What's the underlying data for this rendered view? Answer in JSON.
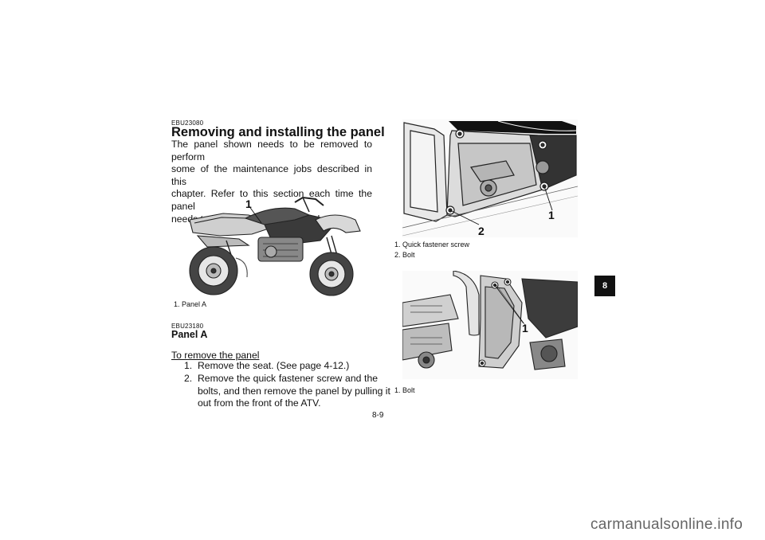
{
  "section": {
    "code1": "EBU23080",
    "title": "Removing and installing the panel",
    "intro_lines": [
      "The panel shown needs to be removed to perform",
      "some of the maintenance jobs described in this",
      "chapter. Refer to this section each time the panel",
      "needs to be removed and installed."
    ]
  },
  "figure_atv": {
    "callout": "1",
    "caption": "1.  Panel A"
  },
  "panel_a": {
    "code": "EBU23180",
    "title": "Panel A",
    "subheading": "To remove the panel",
    "steps": [
      {
        "num": "1.",
        "lines": [
          "Remove the seat. (See page 4-12.)"
        ]
      },
      {
        "num": "2.",
        "lines": [
          "Remove the quick fastener screw and the",
          "bolts, and then remove the panel by pulling it",
          "out from the front of the ATV."
        ]
      }
    ]
  },
  "figure_top": {
    "callout_1": "1",
    "callout_2": "2",
    "captions": [
      "1.  Quick fastener screw",
      "2.  Bolt"
    ]
  },
  "figure_bottom": {
    "callout_1": "1",
    "captions": [
      "1.  Bolt"
    ]
  },
  "chapter_tab": "8",
  "page_number": "8-9",
  "watermark": "carmanualsonline.info",
  "colors": {
    "tab_bg": "#111111",
    "text": "#111111",
    "watermark": "#666666"
  }
}
